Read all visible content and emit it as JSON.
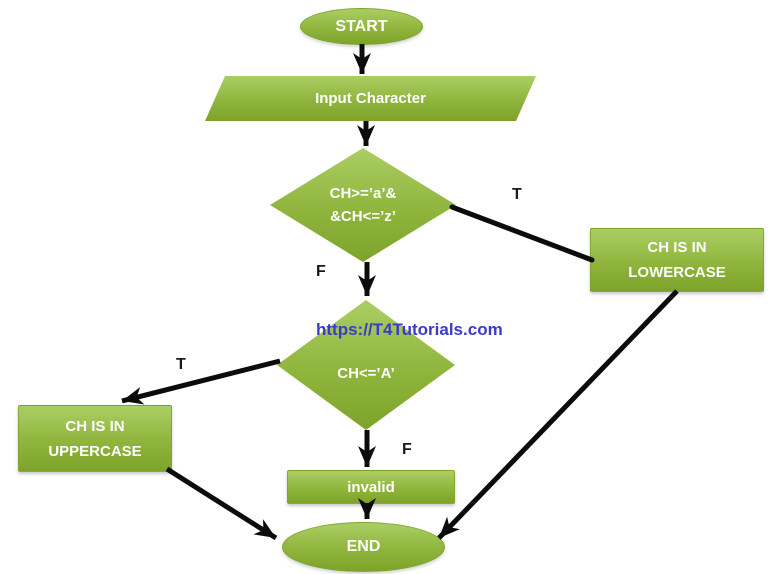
{
  "palette": {
    "shape_light": "#abce63",
    "shape_mid": "#8fb53d",
    "shape_dark": "#7da32b",
    "arrow_color": "#0c0c0c",
    "watermark_color": "#3b3bc8",
    "edge_label_color": "#1a1a1a",
    "node_text": "#ffffff"
  },
  "watermark": {
    "text": "https://T4Tutorials.com"
  },
  "nodes": {
    "start": {
      "label": "START",
      "type": "terminator"
    },
    "input": {
      "label": "Input Character",
      "type": "input-output"
    },
    "decision1": {
      "line1": "CH>=’a’&",
      "line2": "&CH<=’z’",
      "type": "decision"
    },
    "lowercase": {
      "line1": "CH IS IN",
      "line2": "LOWERCASE",
      "type": "process"
    },
    "decision2": {
      "label": "CH<=’A’",
      "type": "decision"
    },
    "uppercase": {
      "line1": "CH IS IN",
      "line2": "UPPERCASE",
      "type": "process"
    },
    "invalid": {
      "label": "invalid",
      "type": "process"
    },
    "end": {
      "label": "END",
      "type": "terminator"
    }
  },
  "edge_labels": {
    "decision1_true": "T",
    "decision1_false": "F",
    "decision2_true": "T",
    "decision2_false": "F"
  }
}
